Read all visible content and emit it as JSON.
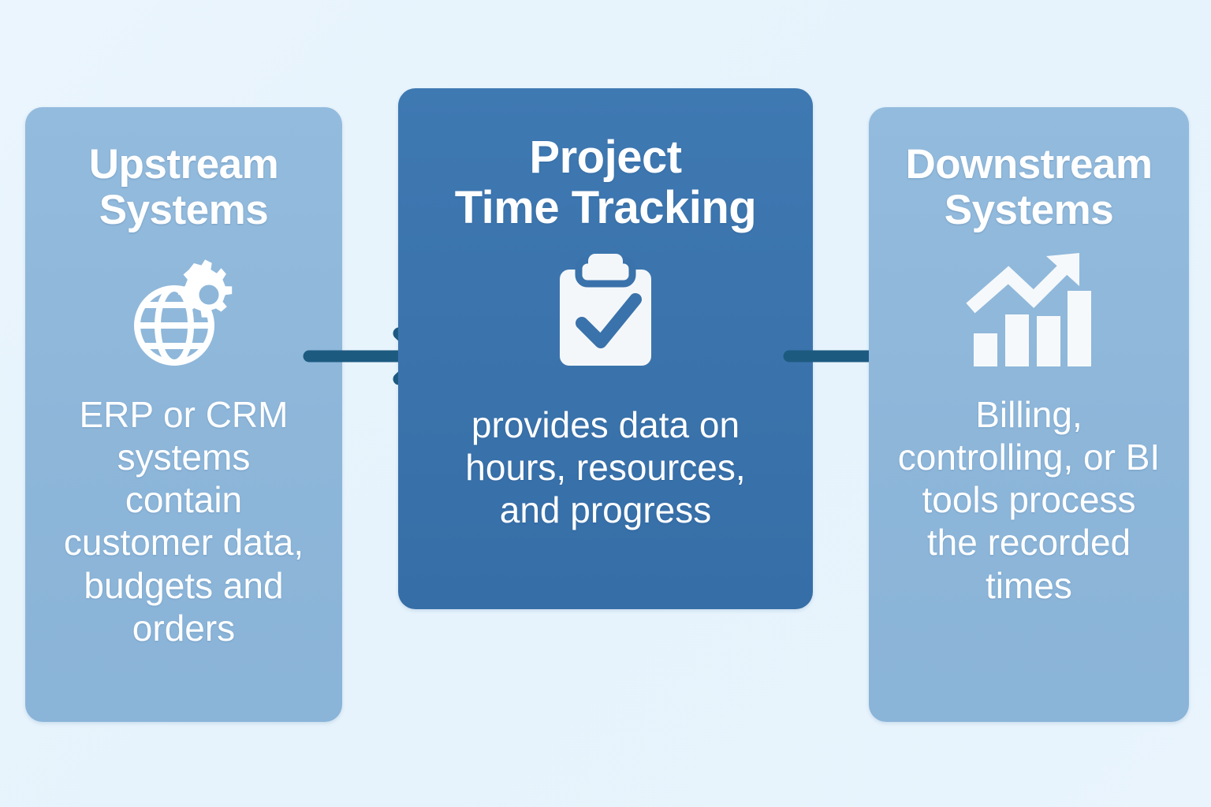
{
  "diagram": {
    "type": "flow",
    "background_color": "#e8f4fd",
    "arrow_color": "#1d5a80",
    "direction": "left-to-right",
    "nodes": [
      {
        "id": "upstream",
        "title": "Upstream\nSystems",
        "body": "ERP or CRM\nsystems\ncontain\ncustomer data,\nbudgets and\norders",
        "icon": "globe-gear-icon",
        "fill_color": "#8db6d9",
        "text_color": "#ffffff",
        "emphasis": "secondary"
      },
      {
        "id": "project-time-tracking",
        "title": "Project\nTime Tracking",
        "body": "provides data on\nhours, resources,\nand progress",
        "icon": "clipboard-check-icon",
        "fill_color": "#3a72ab",
        "text_color": "#ffffff",
        "emphasis": "primary"
      },
      {
        "id": "downstream",
        "title": "Downstream\nSystems",
        "body": "Billing,\ncontrolling, or BI\ntools process\nthe recorded\ntimes",
        "icon": "bar-chart-trend-icon",
        "fill_color": "#8db6d9",
        "text_color": "#ffffff",
        "emphasis": "secondary"
      }
    ],
    "connectors": [
      {
        "id": "arrow-upstream-to-center",
        "from": "upstream",
        "to": "project-time-tracking",
        "icon": "arrow-right-icon"
      },
      {
        "id": "arrow-center-to-downstream",
        "from": "project-time-tracking",
        "to": "downstream",
        "icon": "arrow-right-icon"
      }
    ]
  }
}
